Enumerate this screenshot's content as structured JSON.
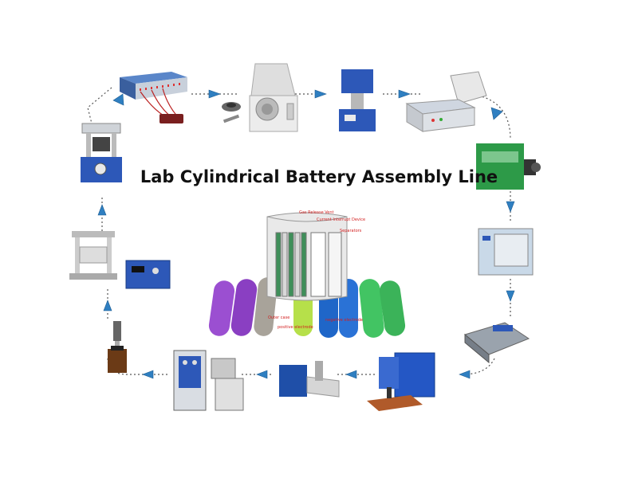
{
  "title": "Lab Cylindrical Battery Assembly Line",
  "cell_labels": {
    "gas_release_vent": "Gas Release Vent",
    "current_interrupt_device": "Current Interrupt Device",
    "separators": "Separators",
    "positive_electrode": "positive electrode",
    "negative_electrode": "negative electrode",
    "outer_case": "Outer case"
  },
  "colors": {
    "arrow": "#2f7fc1",
    "dotted_line": "#555555",
    "cell_purple": "#9b4fd1",
    "cell_gray": "#a8a39a",
    "cell_lime": "#b6e04a",
    "cell_blue": "#1f66c8",
    "cell_green": "#42c463"
  },
  "equipment_icons": [
    "battery-tester-icon",
    "ball-mill-icon",
    "vacuum-mixer-icon",
    "film-coater-icon",
    "rolling-press-icon",
    "vacuum-oven-icon",
    "electrode-slitter-icon",
    "spot-welder-icon",
    "winding-machine-icon",
    "grooving-machine-icon",
    "electrolyte-filler-icon",
    "sealing-machine-icon",
    "crimping-machine-icon"
  ]
}
